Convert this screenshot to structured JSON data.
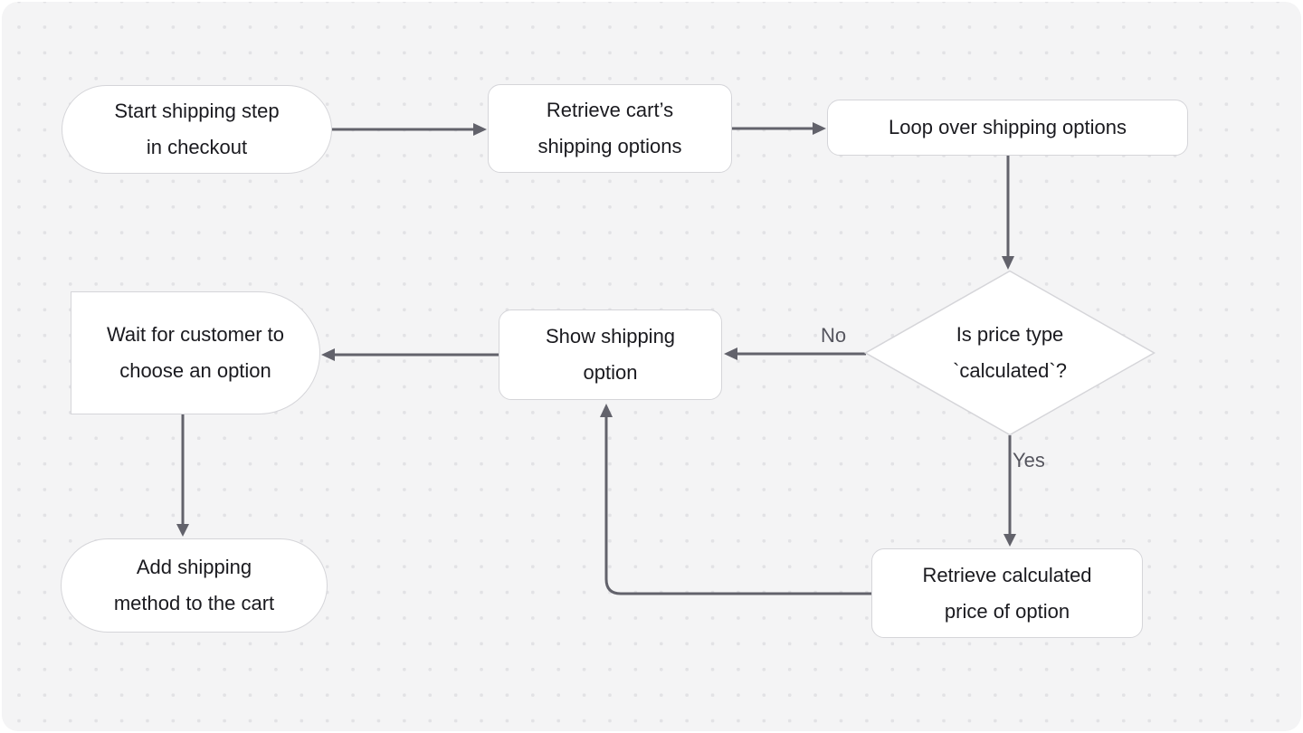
{
  "canvas": {
    "background_color": "#f4f4f5",
    "dot_color": "#e2e2e5",
    "node_fill": "#ffffff",
    "node_border_color": "#d5d5d9",
    "edge_color": "#62626b",
    "node_text_color": "#1a1a1f",
    "edge_label_color": "#55555e"
  },
  "diagram": {
    "type": "flowchart",
    "nodes": {
      "start": {
        "shape": "terminal-pill",
        "lines": [
          "Start shipping step",
          "in checkout"
        ]
      },
      "retrieve_cart": {
        "shape": "process-rect",
        "lines": [
          "Retrieve cart’s",
          "shipping options"
        ]
      },
      "loop": {
        "shape": "process-rect",
        "lines": [
          "Loop over shipping options"
        ]
      },
      "decision": {
        "shape": "diamond",
        "lines": [
          "Is price type",
          "`calculated`?"
        ]
      },
      "show_option": {
        "shape": "process-rect",
        "lines": [
          "Show shipping",
          "option"
        ]
      },
      "wait": {
        "shape": "delay",
        "lines": [
          "Wait for customer to",
          "choose an option"
        ]
      },
      "add_method": {
        "shape": "terminal-pill",
        "lines": [
          "Add shipping",
          "method to the cart"
        ]
      },
      "retrieve_price": {
        "shape": "process-rect",
        "lines": [
          "Retrieve calculated",
          "price of option"
        ]
      }
    },
    "edge_labels": {
      "no": "No",
      "yes": "Yes"
    },
    "edges": [
      {
        "from": "start",
        "to": "retrieve_cart"
      },
      {
        "from": "retrieve_cart",
        "to": "loop"
      },
      {
        "from": "loop",
        "to": "decision"
      },
      {
        "from": "decision",
        "to": "show_option",
        "label": "No"
      },
      {
        "from": "decision",
        "to": "retrieve_price",
        "label": "Yes"
      },
      {
        "from": "retrieve_price",
        "to": "show_option"
      },
      {
        "from": "show_option",
        "to": "wait"
      },
      {
        "from": "wait",
        "to": "add_method"
      }
    ]
  }
}
